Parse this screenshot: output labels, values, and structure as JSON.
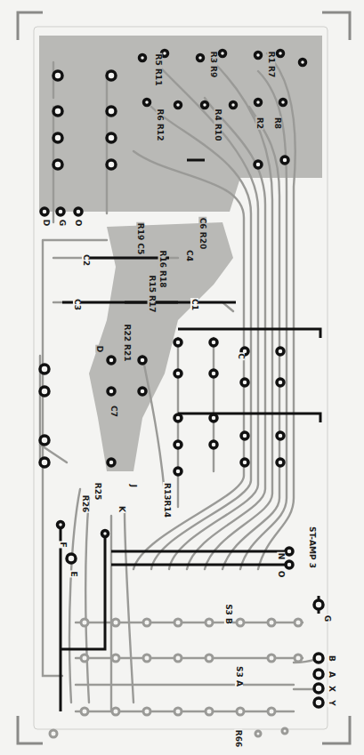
{
  "diagram": {
    "labels": [
      "R1 R7",
      "R3 R9",
      "R5 R11",
      "R2",
      "R8",
      "R4 R10",
      "R6 R12",
      "D",
      "G",
      "O",
      "R19 C5",
      "C6 R20",
      "C4",
      "R16 R18",
      "C2",
      "R15 R17",
      "C3",
      "C1",
      "R22 R21",
      "D",
      "C7",
      "C",
      "R25",
      "R26",
      "J",
      "R13R14",
      "K",
      "F",
      "E",
      "N",
      "O",
      "ST-AMP 3",
      "S3 B",
      "G",
      "S3 A",
      "B",
      "A",
      "X",
      "Y",
      "R66"
    ]
  }
}
